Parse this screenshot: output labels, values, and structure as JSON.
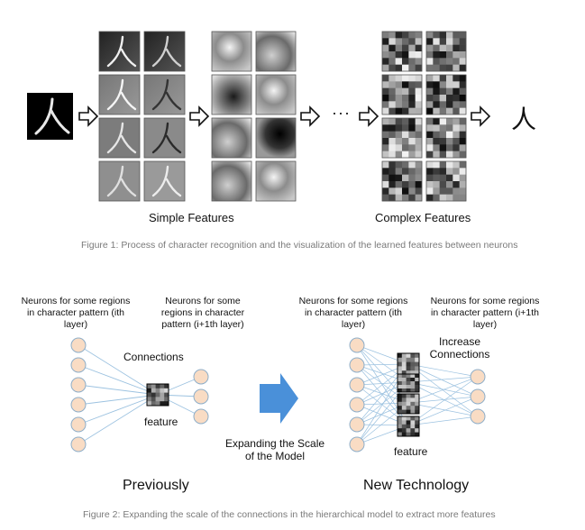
{
  "figure1": {
    "label_simple": "Simple Features",
    "label_complex": "Complex Features",
    "ellipsis": "···",
    "output_char": "人",
    "input_char": "人",
    "caption": "Figure 1: Process of character recognition and the visualization of the learned features between neurons"
  },
  "figure2": {
    "left_ith": "Neurons for some regions in character pattern (ith layer)",
    "left_i1": "Neurons for some regions in character pattern (i+1th layer)",
    "right_ith": "Neurons for some regions in character pattern (ith layer)",
    "right_i1": "Neurons for some regions in character pattern (i+1th layer)",
    "connections": "Connections",
    "feature_left": "feature",
    "increase": "Increase Connections",
    "feature_right": "feature",
    "arrow_label": "Expanding the Scale of the Model",
    "previously": "Previously",
    "new_tech": "New Technology",
    "caption": "Figure 2: Expanding the scale of the connections in the hierarchical model to extract more features"
  },
  "colors": {
    "node_fill": "#f9dcc4",
    "node_stroke": "#8eaec9",
    "edge": "#9cc2e0",
    "big_arrow": "#4a90d9",
    "caption": "#7a7a7a"
  }
}
